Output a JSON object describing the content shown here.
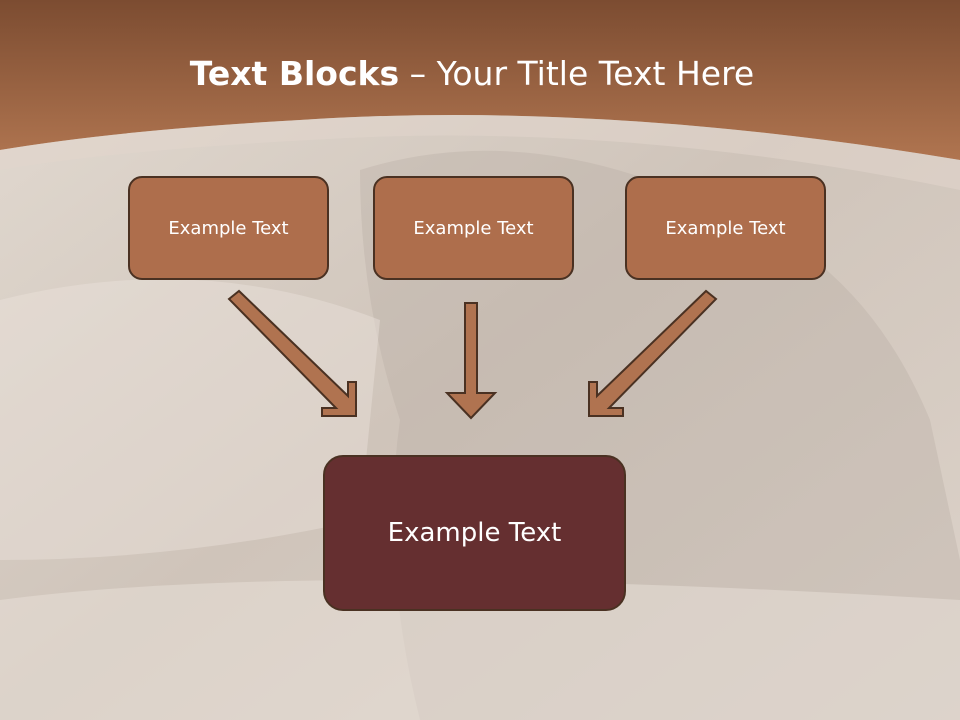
{
  "slide": {
    "title_bold": "Text Blocks",
    "title_rest": " – Your Title Text Here"
  },
  "blocks": [
    {
      "label": "Example Text"
    },
    {
      "label": "Example Text"
    },
    {
      "label": "Example Text"
    }
  ],
  "main_block": {
    "label": "Example Text"
  },
  "colors": {
    "header": "#a96a47",
    "block_fill": "#ae6e4c",
    "main_fill": "#652f30",
    "border": "#4a3122",
    "arrow_fill": "#b07350"
  }
}
